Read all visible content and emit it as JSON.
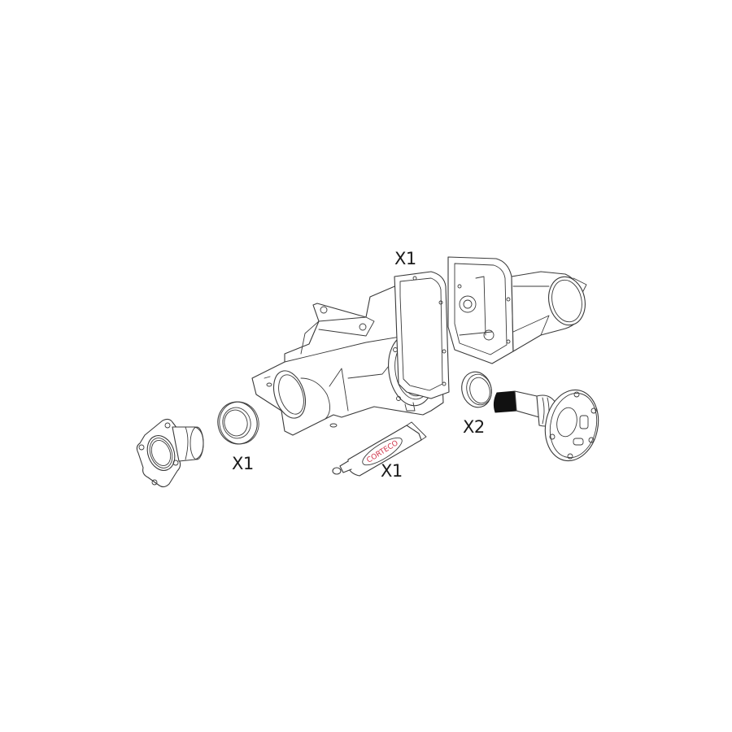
{
  "diagram": {
    "title": "Differential housing gasket / seal kit exploded view",
    "colors": {
      "line": "#3a3a3a",
      "background": "#ffffff",
      "brand_text": "#d0344a",
      "shaft_spline": "#111111"
    },
    "parts": [
      {
        "id": "drive-flange-left",
        "name": "Drive flange (input)",
        "quantity_label": ""
      },
      {
        "id": "shaft-seal-left",
        "name": "Shaft seal",
        "quantity_label": "X1"
      },
      {
        "id": "differential-housing",
        "name": "Differential housing",
        "quantity_label": ""
      },
      {
        "id": "cover-gasket",
        "name": "Cover gasket",
        "quantity_label": "X1"
      },
      {
        "id": "housing-cover",
        "name": "Differential housing cover",
        "quantity_label": ""
      },
      {
        "id": "sealant-tube",
        "name": "Sealant tube",
        "quantity_label": "X1",
        "brand": "CORTECO"
      },
      {
        "id": "shaft-seal-right",
        "name": "Shaft seal (output)",
        "quantity_label": "X2"
      },
      {
        "id": "output-flange-shaft",
        "name": "Output flange shaft",
        "quantity_label": ""
      }
    ]
  },
  "labels": {
    "gasket_qty": "X1",
    "seal_left_qty": "X1",
    "tube_qty": "X1",
    "seal_right_qty": "X2",
    "tube_brand": "CORTECO"
  }
}
